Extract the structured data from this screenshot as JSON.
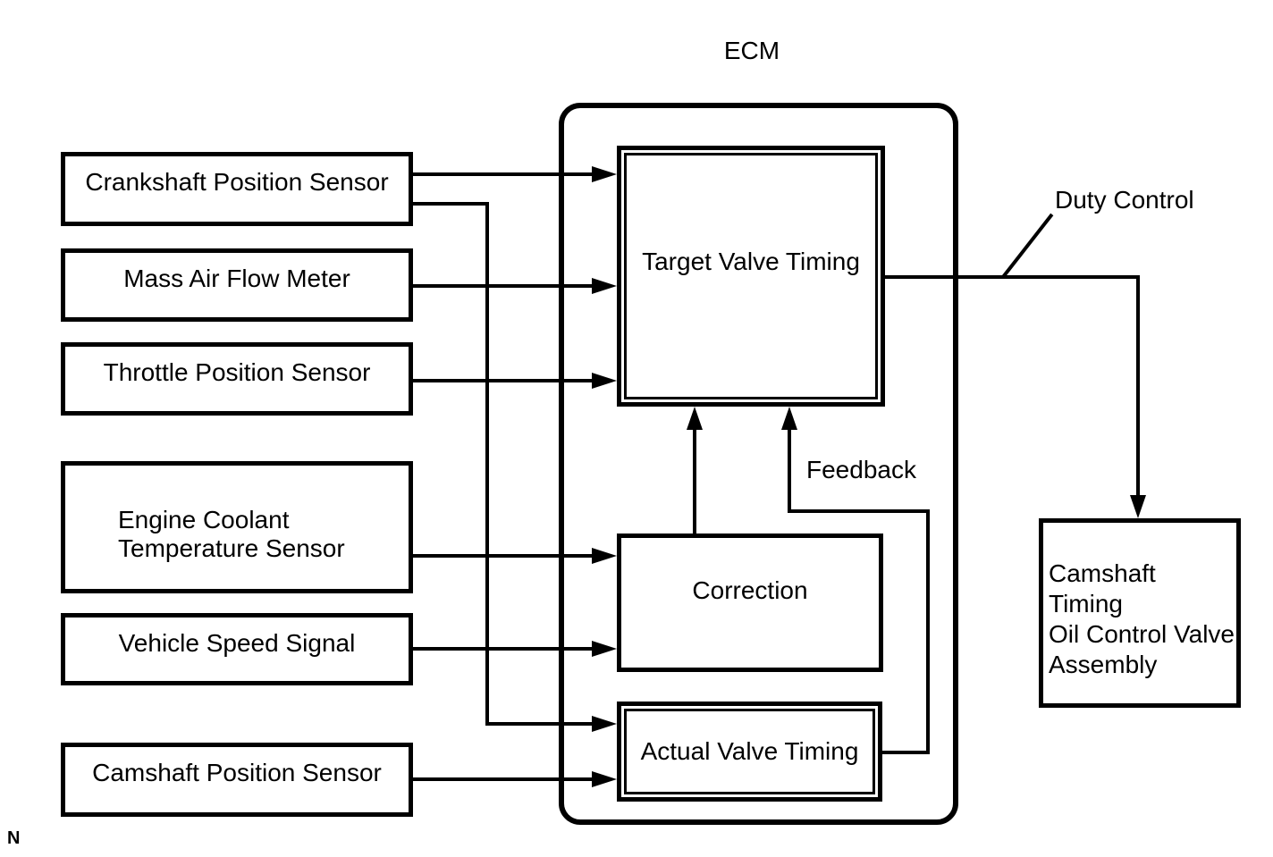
{
  "ecm": {
    "label": "ECM"
  },
  "sensors": [
    {
      "label": "Crankshaft Position Sensor"
    },
    {
      "label": "Mass Air Flow Meter"
    },
    {
      "label": "Throttle Position Sensor"
    },
    {
      "label": "Engine Coolant\nTemperature Sensor"
    },
    {
      "label": "Vehicle Speed Signal"
    },
    {
      "label": "Camshaft Position Sensor"
    }
  ],
  "processes": {
    "target": {
      "label": "Target Valve Timing"
    },
    "correction": {
      "label": "Correction"
    },
    "actual": {
      "label": "Actual Valve Timing"
    }
  },
  "actuator": {
    "label": "Camshaft Timing\nOil Control Valve\nAssembly"
  },
  "annotations": {
    "duty_control": "Duty Control",
    "feedback": "Feedback",
    "footnote": "N"
  }
}
